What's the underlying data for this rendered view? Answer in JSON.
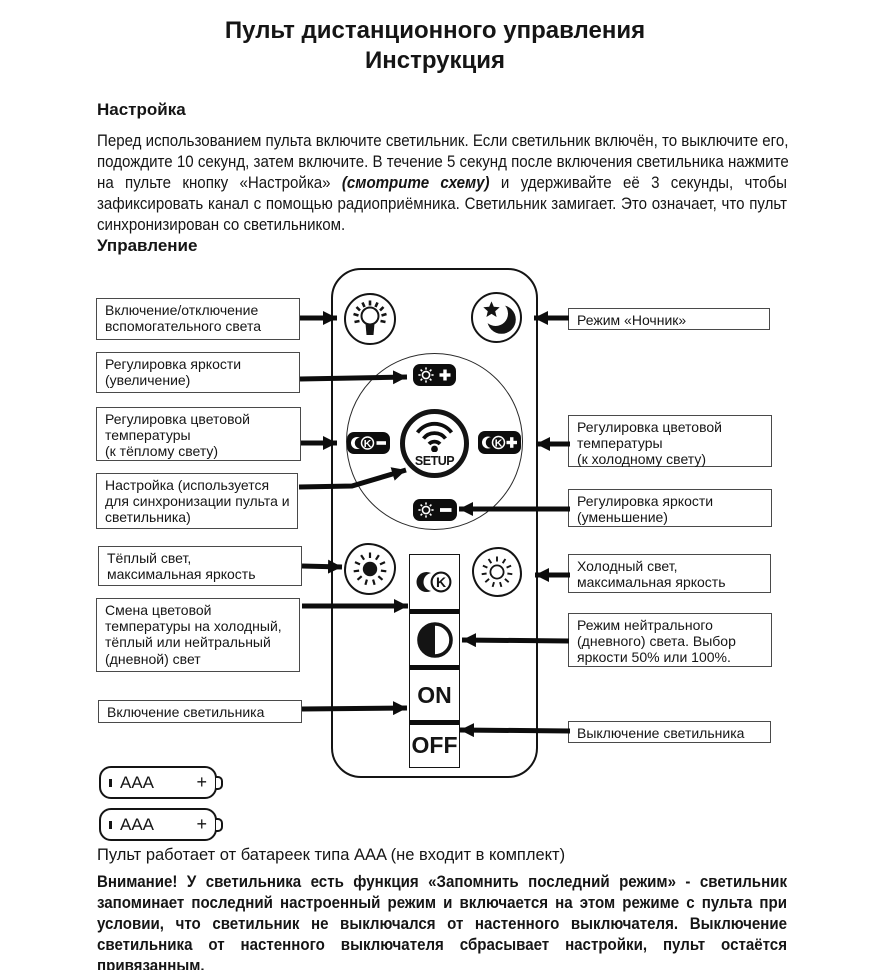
{
  "title": {
    "line1": "Пульт дистанционного управления",
    "line2": "Инструкция"
  },
  "setup_section": {
    "heading": "Настройка",
    "line1": "Перед использованием пульта включите светильник. Если светильник включён, то выключите его,",
    "line2": "подождите 10 секунд, затем включите. В течение 5 секунд после включения светильника нажмите",
    "line3_before": "на пульте кнопку «Настройка» ",
    "line3_italic": "(смотрите схему)",
    "line3_after": " и удерживайте её 3 секунды, чтобы",
    "line4": "зафиксировать канал с помощью радиоприёмника. Светильник замигает. Это означает, что пульт",
    "line5": "синхронизирован со светильником."
  },
  "control_section": {
    "heading": "Управление",
    "labels_left": [
      {
        "text": "Включение/отключение\nвспомогательного света"
      },
      {
        "text": "Регулировка яркости\n(увеличение)"
      },
      {
        "text": "Регулировка цветовой\nтемпературы\n(к тёплому свету)"
      },
      {
        "text": "Настройка (используется\nдля синхронизации пульта и\nсветильника)"
      },
      {
        "text": "Тёплый свет,\nмаксимальная яркость"
      },
      {
        "text": "Смена цветовой\nтемпературы на холодный,\nтёплый или нейтральный\n(дневной) свет"
      },
      {
        "text": "Включение светильника"
      }
    ],
    "labels_right": [
      {
        "text": "Режим «Ночник»"
      },
      {
        "text": "Регулировка цветовой\nтемпературы\n(к холодному свету)"
      },
      {
        "text": "Регулировка яркости\n(уменьшение)"
      },
      {
        "text": "Холодный свет,\nмаксимальная яркость"
      },
      {
        "text": "Режим нейтрального\n(дневного) света. Выбор\nяркости 50% или 100%."
      },
      {
        "text": "Выключение светильника"
      }
    ],
    "remote": {
      "setup_label": "SETUP",
      "on_label": "ON",
      "off_label": "OFF",
      "k_minus_letter": "K",
      "k_plus_letter": "K",
      "k_cell_letter": "K"
    }
  },
  "battery_section": {
    "battery1": {
      "size": "AAA",
      "plus": "+"
    },
    "battery2": {
      "size": "AAA",
      "plus": "+"
    },
    "caption": "Пульт работает от батареек типа AAA (не входит в комплект)"
  },
  "notice": {
    "line1": "Внимание! У светильника есть функция «Запомнить последний режим» - светильник",
    "line2": "запоминает последний настроенный режим и включается на этом режиме с пульта при",
    "line3": "условии, что светильник не выключался от настенного выключателя. Выключение",
    "line4": "светильника от настенного выключателя сбрасывает настройки, пульт остаётся",
    "line5": "привязанным."
  },
  "colors": {
    "ink": "#141414",
    "label_border": "#4a4a4a",
    "background": "#ffffff"
  }
}
